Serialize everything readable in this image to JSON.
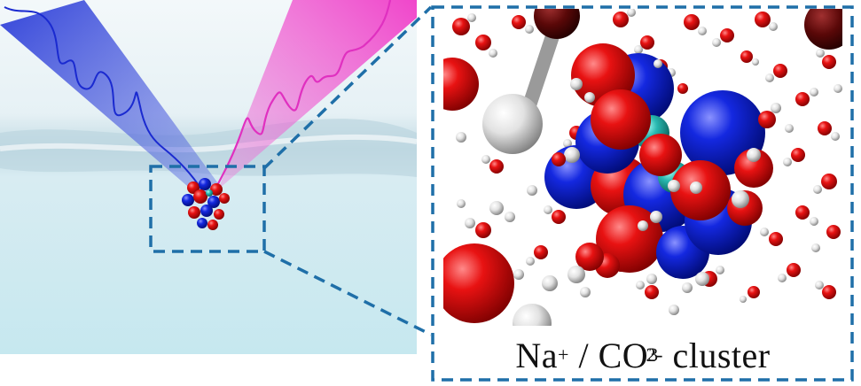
{
  "caption": {
    "na": "Na",
    "na_charge": "+",
    "separator": " / ",
    "co": "CO",
    "subscript": "3",
    "charge": "2-",
    "word": " cluster"
  },
  "colors": {
    "probe_beam": "#2a3cd8",
    "pump_beam": "#f03cc8",
    "dash_frame": "#1f6fa8",
    "oxygen": "#e01010",
    "sodium": "#1020d8",
    "carbon": "#2ab8b0",
    "hydrogen": "#e8e8e8"
  }
}
